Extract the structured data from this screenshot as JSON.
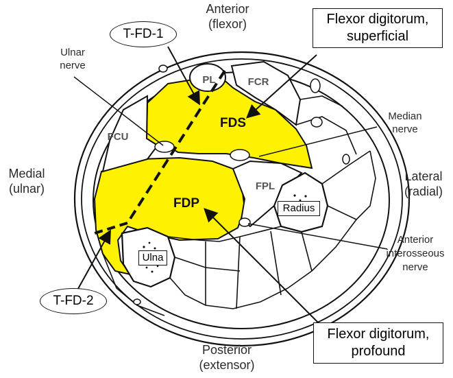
{
  "orientation": {
    "anterior": [
      "Anterior",
      "(flexor)"
    ],
    "posterior": [
      "Posterior",
      "(extensor)"
    ],
    "medial": [
      "Medial",
      "(ulnar)"
    ],
    "lateral": [
      "Lateral",
      "(radial)"
    ]
  },
  "callouts": {
    "fds_box": [
      "Flexor digitorum,",
      "superficial"
    ],
    "fdp_box": [
      "Flexor digitorum,",
      "profound"
    ],
    "tfd1": "T-FD-1",
    "tfd2": "T-FD-2"
  },
  "side_labels": {
    "ulnar_nerve": [
      "Ulnar",
      "nerve"
    ],
    "median_nerve": [
      "Median",
      "nerve"
    ],
    "anterior_interosseous_nerve": [
      "Anterior",
      "interosseous",
      "nerve"
    ]
  },
  "muscles": {
    "pl": "PL",
    "fcr": "FCR",
    "fds": "FDS",
    "fcu": "FCU",
    "fpl": "FPL",
    "fdp": "FDP"
  },
  "bones": {
    "radius": "Radius",
    "ulna": "Ulna"
  },
  "colors": {
    "highlight": "#FFF200",
    "outline": "#111111",
    "label": "#555555"
  }
}
